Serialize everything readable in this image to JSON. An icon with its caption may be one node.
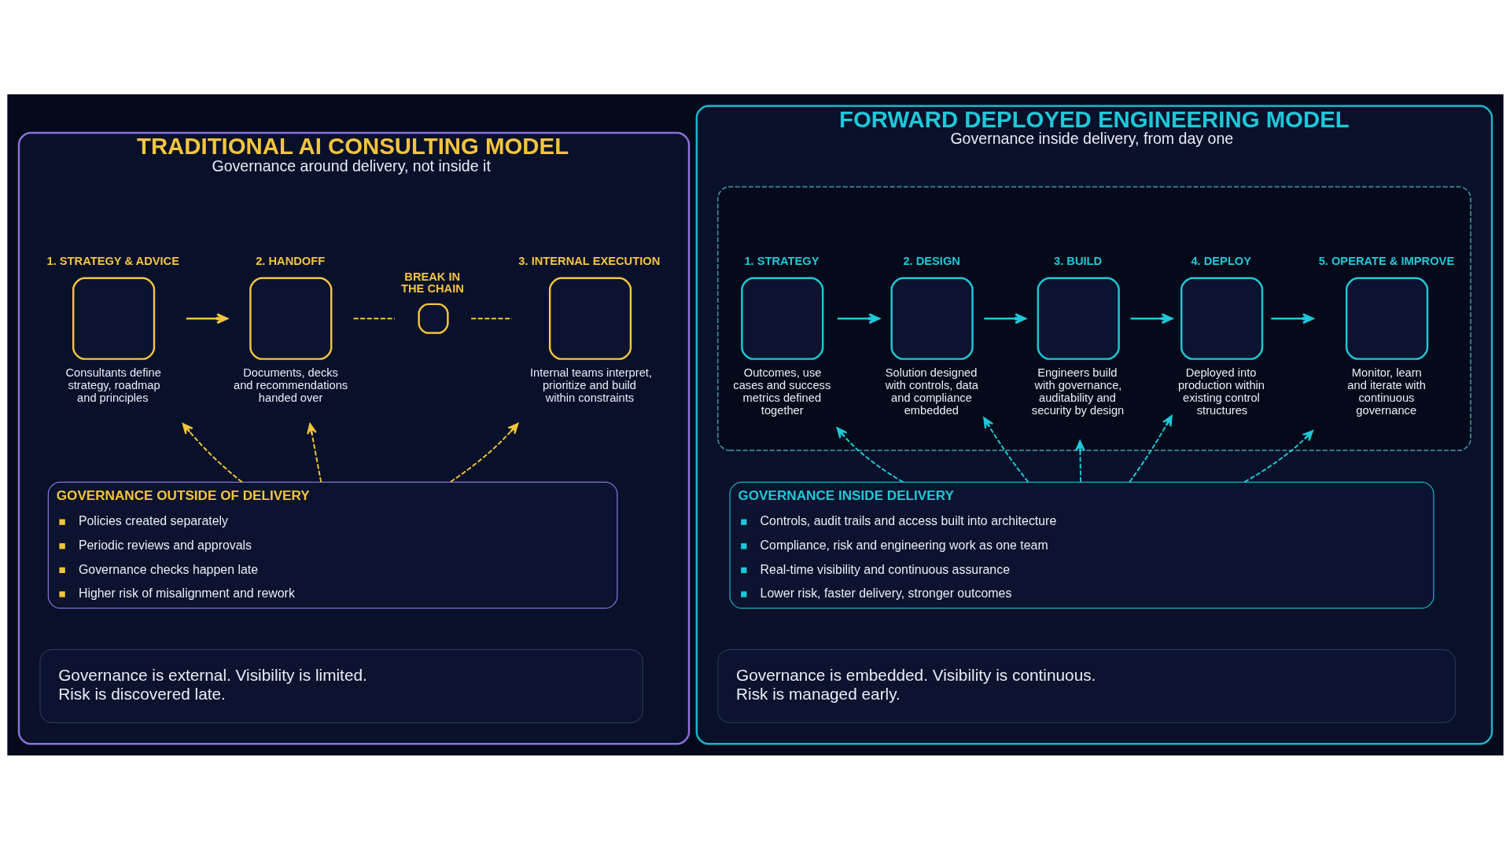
{
  "diagram": {
    "nodes": [
      {
        "text": [
          "TRADITIONAL AI CONSULTING MODEL",
          "Governance around delivery, not inside it"
        ]
      },
      {
        "text": [
          "1. STRATEGY & ADVICE"
        ],
        "beside": [
          "Consultants define strategy, roadmap and principles"
        ],
        "in": 0
      },
      {
        "text": [
          "2. HANDOFF"
        ],
        "beside": [
          "Documents, decks and recommendations handed over"
        ],
        "in": 0
      },
      {
        "text": [
          "BREAK IN THE CHAIN"
        ],
        "in": 0
      },
      {
        "text": [
          "3. INTERNAL EXECUTION"
        ],
        "beside": [
          "Internal teams interpret, prioritize and build within constraints"
        ],
        "in": 0
      },
      {
        "text": [
          "GOVERNANCE OUTSIDE OF DELIVERY",
          "Policies created separately",
          "Periodic reviews and approvals",
          "Governance checks happen late",
          "Higher risk of misalignment and rework"
        ],
        "in": 0
      },
      {
        "text": [
          "Governance is external. Visibility is limited. Risk is discovered late."
        ],
        "in": 0
      },
      {
        "text": [
          "FORWARD DEPLOYED ENGINEERING MODEL",
          "Governance inside delivery, from day one"
        ]
      },
      {
        "text": [],
        "shape": "box",
        "in": 7
      },
      {
        "text": [
          "1. STRATEGY"
        ],
        "beside": [
          "Outcomes, use cases and success metrics defined together"
        ],
        "in": 8
      },
      {
        "text": [
          "2. DESIGN"
        ],
        "beside": [
          "Solution designed with controls, data and compliance embedded"
        ],
        "in": 8
      },
      {
        "text": [
          "3. BUILD"
        ],
        "beside": [
          "Engineers build with governance, auditability and security by design"
        ],
        "in": 8
      },
      {
        "text": [
          "4. DEPLOY"
        ],
        "beside": [
          "Deployed into production within existing control structures"
        ],
        "in": 8
      },
      {
        "text": [
          "5. OPERATE & IMPROVE"
        ],
        "beside": [
          "Monitor, learn and iterate with continuous governance"
        ],
        "in": 8
      },
      {
        "text": [
          "GOVERNANCE INSIDE DELIVERY",
          "Controls, audit trails and access built into architecture",
          "Compliance, risk and engineering work as one team",
          "Real-time visibility and continuous assurance",
          "Lower risk, faster delivery, stronger outcomes"
        ],
        "in": 7
      },
      {
        "text": [
          "Governance is embedded. Visibility is continuous. Risk is managed early."
        ],
        "in": 7
      }
    ],
    "edges": [
      {
        "from": 1,
        "to": 2,
        "arrow": "to",
        "color": "#f2c43c"
      },
      {
        "from": 2,
        "to": 3,
        "arrow": "none",
        "style": "dashed",
        "color": "#f2c43c"
      },
      {
        "from": 3,
        "to": 4,
        "arrow": "none",
        "style": "dashed",
        "color": "#f2c43c"
      },
      {
        "from": 5,
        "to": 1,
        "arrow": "to",
        "style": "dashed",
        "color": "#f2c43c"
      },
      {
        "from": 5,
        "to": 2,
        "arrow": "to",
        "style": "dashed",
        "color": "#f2c43c"
      },
      {
        "from": 5,
        "to": 4,
        "arrow": "to",
        "style": "dashed",
        "color": "#f2c43c"
      },
      {
        "from": 9,
        "to": 10,
        "arrow": "to"
      },
      {
        "from": 10,
        "to": 11,
        "arrow": "to"
      },
      {
        "from": 11,
        "to": 12,
        "arrow": "to"
      },
      {
        "from": 12,
        "to": 13,
        "arrow": "to"
      },
      {
        "from": 14,
        "to": 9,
        "arrow": "to",
        "style": "dashed"
      },
      {
        "from": 14,
        "to": 10,
        "arrow": "to",
        "style": "dashed"
      },
      {
        "from": 14,
        "to": 11,
        "arrow": "to",
        "style": "dashed"
      },
      {
        "from": 14,
        "to": 12,
        "arrow": "to",
        "style": "dashed"
      },
      {
        "from": 14,
        "to": 13,
        "arrow": "to",
        "style": "dashed"
      }
    ]
  }
}
